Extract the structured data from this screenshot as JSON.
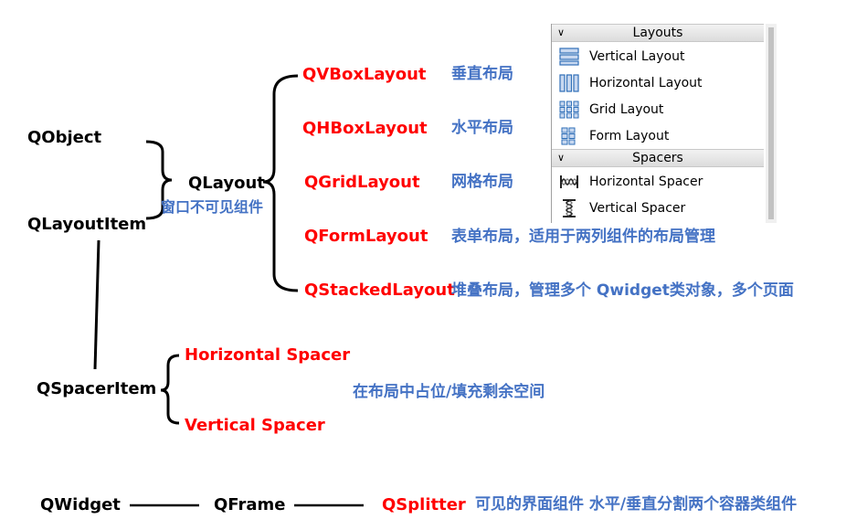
{
  "nodes": {
    "qobject": "QObject",
    "qlayoutitem": "QLayoutItem",
    "qlayout": "QLayout",
    "qlayout_note": "窗口不可见组件",
    "qspaceritem": "QSpacerItem",
    "qwidget": "QWidget",
    "qframe": "QFrame",
    "qsplitter": "QSplitter"
  },
  "layouts": [
    {
      "name": "QVBoxLayout",
      "desc": "垂直布局"
    },
    {
      "name": "QHBoxLayout",
      "desc": "水平布局"
    },
    {
      "name": "QGridLayout",
      "desc": "网格布局"
    },
    {
      "name": "QFormLayout",
      "desc": "表单布局，适用于两列组件的布局管理"
    },
    {
      "name": "QStackedLayout",
      "desc": "堆叠布局，管理多个 Qwidget类对象，多个页面"
    }
  ],
  "spacers": {
    "horizontal": "Horizontal Spacer",
    "vertical": "Vertical Spacer",
    "desc": "在布局中占位/填充剩余空间"
  },
  "splitter_desc": "可见的界面组件 水平/垂直分割两个容器类组件",
  "widget_box": {
    "sections": [
      {
        "title": "Layouts",
        "items": [
          {
            "label": "Vertical Layout",
            "icon": "vertical-layout-icon"
          },
          {
            "label": "Horizontal Layout",
            "icon": "horizontal-layout-icon"
          },
          {
            "label": "Grid Layout",
            "icon": "grid-layout-icon"
          },
          {
            "label": "Form Layout",
            "icon": "form-layout-icon"
          }
        ]
      },
      {
        "title": "Spacers",
        "items": [
          {
            "label": "Horizontal Spacer",
            "icon": "horizontal-spacer-icon"
          },
          {
            "label": "Vertical Spacer",
            "icon": "vertical-spacer-icon"
          }
        ]
      }
    ]
  },
  "colors": {
    "class_name": "#000000",
    "subclass": "#ff0000",
    "description": "#4472c4"
  }
}
